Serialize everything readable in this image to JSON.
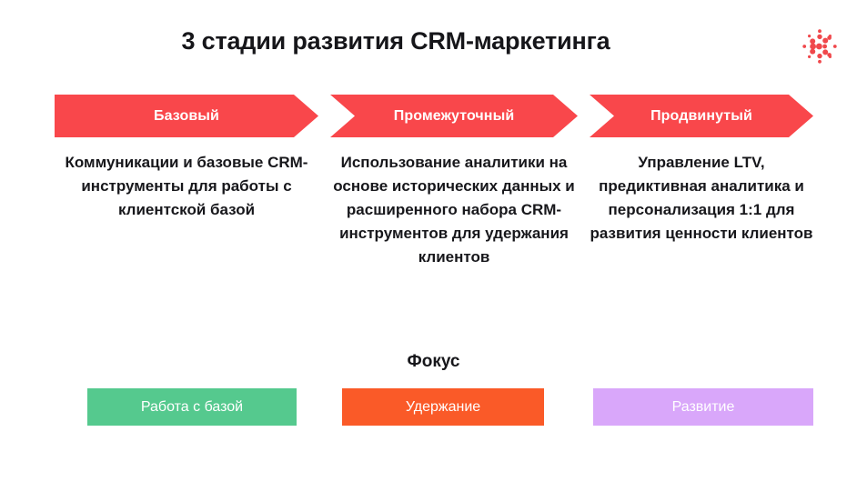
{
  "header": {
    "title": "3 стадии развития CRM-маркетинга",
    "logo_icon": "dotted-k-logo-icon",
    "logo_color": "#f0484c"
  },
  "theme": {
    "arrow_color": "#f9474b",
    "background": "#ffffff",
    "text_color": "#17171b"
  },
  "stages": [
    {
      "label": "Базовый",
      "description": "Коммуникации и базовые CRM-инструменты для работы с клиентской базой",
      "focus": "Работа с базой",
      "focus_color": "#55c98e"
    },
    {
      "label": "Промежуточный",
      "description": "Использование аналитики на основе исторических данных и расширенного набора CRM-инструментов для удержания клиентов",
      "focus": "Удержание",
      "focus_color": "#fa5a28"
    },
    {
      "label": "Продвинутый",
      "description": "Управление LTV, предиктивная аналитика и персонализация 1:1 для развития ценности клиентов",
      "focus": "Развитие",
      "focus_color": "#d9a7fa"
    }
  ],
  "focus_section": {
    "heading": "Фокус"
  }
}
